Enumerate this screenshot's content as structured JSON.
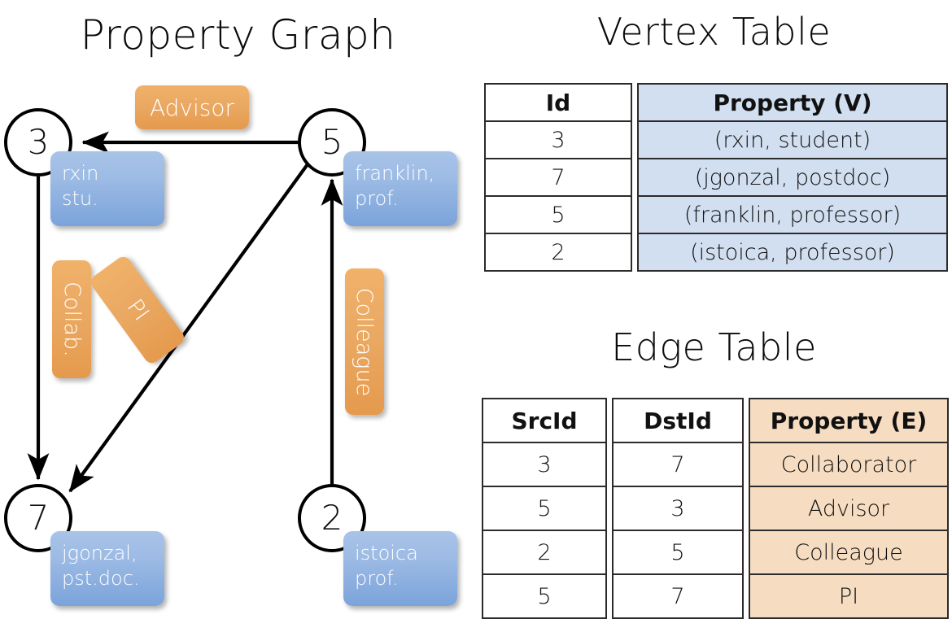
{
  "titles": {
    "property_graph": "Property Graph",
    "vertex_table": "Vertex Table",
    "edge_table": "Edge Table"
  },
  "graph": {
    "vertices": [
      {
        "id": "3",
        "property_label": "rxin\nstu."
      },
      {
        "id": "5",
        "property_label": "franklin,\nprof."
      },
      {
        "id": "7",
        "property_label": "jgonzal,\npst.doc."
      },
      {
        "id": "2",
        "property_label": "istoica\nprof."
      }
    ],
    "edge_labels": [
      {
        "name": "advisor",
        "text": "Advisor"
      },
      {
        "name": "collab",
        "text": "Collab."
      },
      {
        "name": "pi",
        "text": "PI"
      },
      {
        "name": "colleague",
        "text": "Colleague"
      }
    ],
    "edges": [
      {
        "from": "5",
        "to": "3",
        "label": "Advisor"
      },
      {
        "from": "3",
        "to": "7",
        "label": "Collab."
      },
      {
        "from": "5",
        "to": "7",
        "label": "PI"
      },
      {
        "from": "2",
        "to": "5",
        "label": "Colleague"
      }
    ]
  },
  "vertex_table": {
    "headers": [
      "Id",
      "Property (V)"
    ],
    "rows": [
      {
        "id": "3",
        "property": "(rxin, student)"
      },
      {
        "id": "7",
        "property": "(jgonzal, postdoc)"
      },
      {
        "id": "5",
        "property": "(franklin, professor)"
      },
      {
        "id": "2",
        "property": "(istoica, professor)"
      }
    ]
  },
  "edge_table": {
    "headers": [
      "SrcId",
      "DstId",
      "Property (E)"
    ],
    "rows": [
      {
        "src": "3",
        "dst": "7",
        "property": "Collaborator"
      },
      {
        "src": "5",
        "dst": "3",
        "property": "Advisor"
      },
      {
        "src": "2",
        "dst": "5",
        "property": "Colleague"
      },
      {
        "src": "5",
        "dst": "7",
        "property": "PI"
      }
    ]
  },
  "colors": {
    "vertex_property_box": "#9dbbe4",
    "edge_label_box": "#eaa963",
    "vertex_table_property_fill": "#d2dff0",
    "edge_table_property_fill": "#f6ddc2",
    "stroke": "#000000"
  }
}
